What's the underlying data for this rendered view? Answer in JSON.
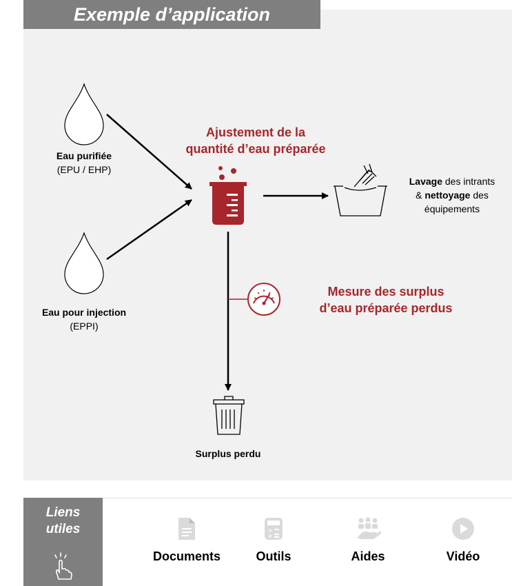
{
  "header": {
    "title": "Exemple d’application"
  },
  "diagram": {
    "sources": [
      {
        "name": "Eau purifiée",
        "detail": "(EPU / EHP)"
      },
      {
        "name": "Eau pour injection",
        "detail": "(EPPI)"
      }
    ],
    "adjustment": {
      "line1": "Ajustement de la",
      "line2": "quantité d’eau préparée"
    },
    "washing": {
      "line1_bold": "Lavage",
      "line1_rest": " des intrants",
      "line2_pre": "& ",
      "line2_bold": "nettoyage",
      "line2_rest": " des",
      "line3": "équipements"
    },
    "measure": {
      "line1": "Mesure des surplus",
      "line2": "d’eau préparée perdus"
    },
    "loss": {
      "label": "Surplus perdu"
    }
  },
  "links": {
    "title_line1": "Liens",
    "title_line2": "utiles",
    "items": [
      {
        "label": "Documents",
        "icon": "document-icon"
      },
      {
        "label": "Outils",
        "icon": "calculator-icon"
      },
      {
        "label": "Aides",
        "icon": "helping-hands-icon"
      },
      {
        "label": "Vidéo",
        "icon": "play-icon"
      }
    ]
  },
  "colors": {
    "accent": "#a6262c",
    "grey": "#7f7f7f",
    "panel": "#f1f1f1"
  }
}
